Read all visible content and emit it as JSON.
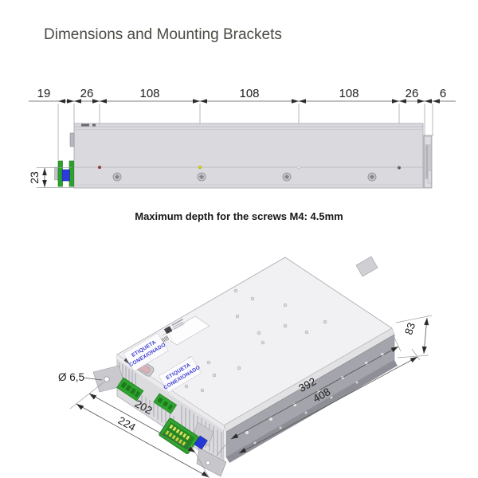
{
  "title": "Dimensions and Mounting Brackets",
  "note": "Maximum depth for the screws M4: 4.5mm",
  "side_view": {
    "dims_top": [
      "19",
      "26",
      "108",
      "108",
      "108",
      "26",
      "6"
    ],
    "dim_height": "23"
  },
  "iso_view": {
    "dim_hole": "Ø 6,5",
    "dim_202": "202",
    "dim_224": "224",
    "dim_392": "392",
    "dim_408": "408",
    "dim_83": "83",
    "sticker_line1": "ETIQUETA",
    "sticker_line2": "CONEXIONADO"
  },
  "colors": {
    "accent_green": "#2fa42f",
    "accent_blue": "#2438d8",
    "body_gray": "#d9d9de",
    "bracket_gray": "#a4a5ac"
  }
}
